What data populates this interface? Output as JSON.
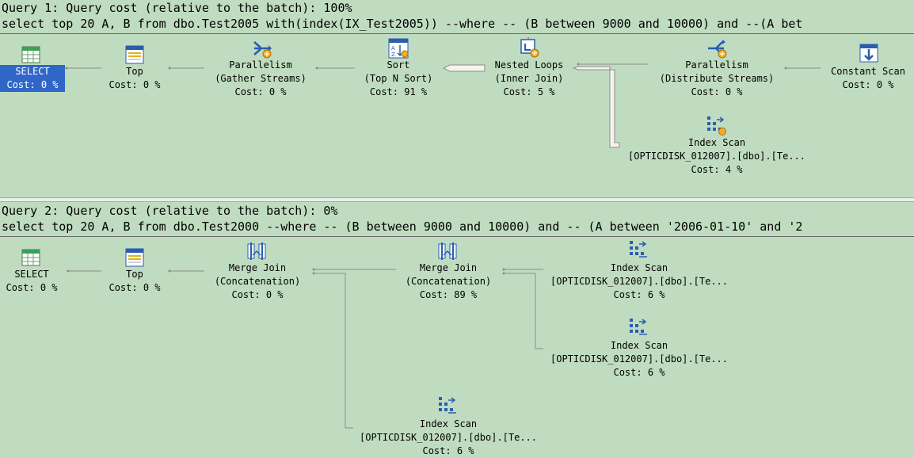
{
  "query1": {
    "cost_line": "Query 1: Query cost (relative to the batch): 100%",
    "sql_line": "select top 20 A, B from dbo.Test2005 with(index(IX_Test2005)) --where -- (B between 9000 and 10000) and --(A bet",
    "nodes": {
      "select": {
        "name": "SELECT",
        "cost": "Cost: 0 %"
      },
      "top": {
        "name": "Top",
        "cost": "Cost: 0 %"
      },
      "parallelism_gather": {
        "name": "Parallelism",
        "sub": "(Gather Streams)",
        "cost": "Cost: 0 %"
      },
      "sort": {
        "name": "Sort",
        "sub": "(Top N Sort)",
        "cost": "Cost: 91 %"
      },
      "nested_loops": {
        "name": "Nested Loops",
        "sub": "(Inner Join)",
        "cost": "Cost: 5 %"
      },
      "parallelism_distribute": {
        "name": "Parallelism",
        "sub": "(Distribute Streams)",
        "cost": "Cost: 0 %"
      },
      "constant_scan": {
        "name": "Constant Scan",
        "cost": "Cost: 0 %"
      },
      "index_scan": {
        "name": "Index Scan",
        "sub": "[OPTICDISK_012007].[dbo].[Te...",
        "cost": "Cost: 4 %"
      }
    }
  },
  "query2": {
    "cost_line": "Query 2: Query cost (relative to the batch): 0%",
    "sql_line": "select top 20 A, B from dbo.Test2000 --where -- (B between 9000 and 10000) and -- (A between '2006-01-10' and '2",
    "nodes": {
      "select": {
        "name": "SELECT",
        "cost": "Cost: 0 %"
      },
      "top": {
        "name": "Top",
        "cost": "Cost: 0 %"
      },
      "merge_join_1": {
        "name": "Merge Join",
        "sub": "(Concatenation)",
        "cost": "Cost: 0 %"
      },
      "merge_join_2": {
        "name": "Merge Join",
        "sub": "(Concatenation)",
        "cost": "Cost: 89 %"
      },
      "index_scan_1": {
        "name": "Index Scan",
        "sub": "[OPTICDISK_012007].[dbo].[Te...",
        "cost": "Cost: 6 %"
      },
      "index_scan_2": {
        "name": "Index Scan",
        "sub": "[OPTICDISK_012007].[dbo].[Te...",
        "cost": "Cost: 6 %"
      },
      "index_scan_3": {
        "name": "Index Scan",
        "sub": "[OPTICDISK_012007].[dbo].[Te...",
        "cost": "Cost: 6 %"
      }
    }
  },
  "colors": {
    "background": "#c0dcc0",
    "selection": "#3166c9",
    "icon_blue": "#2a5db0",
    "edge": "#8c8c8c"
  }
}
